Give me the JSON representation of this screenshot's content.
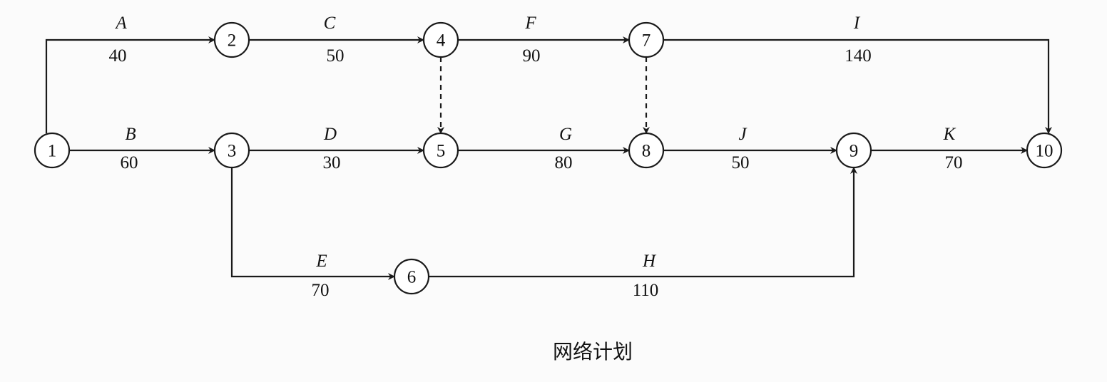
{
  "diagram": {
    "caption": "网络计划",
    "nodes": [
      {
        "id": "1",
        "label": "1"
      },
      {
        "id": "2",
        "label": "2"
      },
      {
        "id": "3",
        "label": "3"
      },
      {
        "id": "4",
        "label": "4"
      },
      {
        "id": "5",
        "label": "5"
      },
      {
        "id": "6",
        "label": "6"
      },
      {
        "id": "7",
        "label": "7"
      },
      {
        "id": "8",
        "label": "8"
      },
      {
        "id": "9",
        "label": "9"
      },
      {
        "id": "10",
        "label": "10"
      }
    ],
    "activities": [
      {
        "name": "A",
        "duration": "40",
        "from": "1",
        "to": "2"
      },
      {
        "name": "B",
        "duration": "60",
        "from": "1",
        "to": "3"
      },
      {
        "name": "C",
        "duration": "50",
        "from": "2",
        "to": "4"
      },
      {
        "name": "D",
        "duration": "30",
        "from": "3",
        "to": "5"
      },
      {
        "name": "E",
        "duration": "70",
        "from": "3",
        "to": "6"
      },
      {
        "name": "F",
        "duration": "90",
        "from": "4",
        "to": "7"
      },
      {
        "name": "G",
        "duration": "80",
        "from": "5",
        "to": "8"
      },
      {
        "name": "H",
        "duration": "110",
        "from": "6",
        "to": "9"
      },
      {
        "name": "I",
        "duration": "140",
        "from": "7",
        "to": "10"
      },
      {
        "name": "J",
        "duration": "50",
        "from": "8",
        "to": "9"
      },
      {
        "name": "K",
        "duration": "70",
        "from": "9",
        "to": "10"
      }
    ],
    "dummy_activities": [
      {
        "from": "4",
        "to": "5"
      },
      {
        "from": "7",
        "to": "8"
      }
    ]
  }
}
